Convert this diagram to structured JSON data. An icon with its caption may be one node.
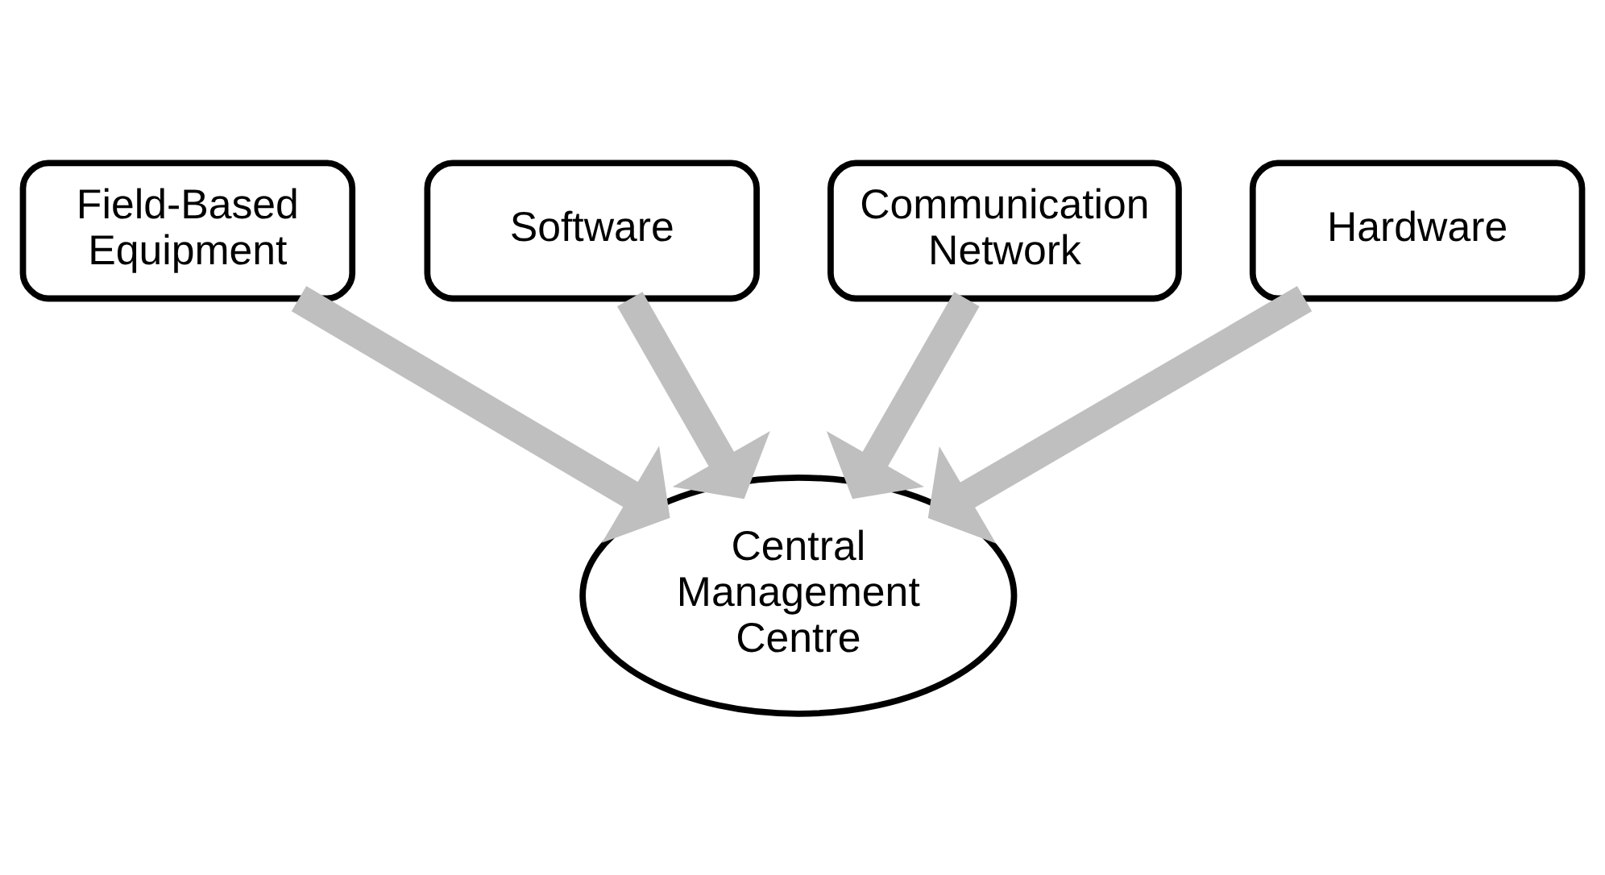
{
  "diagram": {
    "nodes": [
      {
        "text": [
          "Software"
        ]
      },
      {
        "text": [
          "Communication Network"
        ]
      },
      {
        "text": [
          "Field-Based Equipment"
        ]
      },
      {
        "text": [
          "Hardware"
        ]
      },
      {
        "text": [
          "Central Management Centre"
        ]
      }
    ],
    "edges": [
      {
        "from": 2,
        "to": 4,
        "arrow": "to"
      },
      {
        "from": 0,
        "to": 4,
        "arrow": "to"
      },
      {
        "from": 1,
        "to": 4,
        "arrow": "to"
      },
      {
        "from": 3,
        "to": 4,
        "arrow": "to"
      }
    ]
  }
}
